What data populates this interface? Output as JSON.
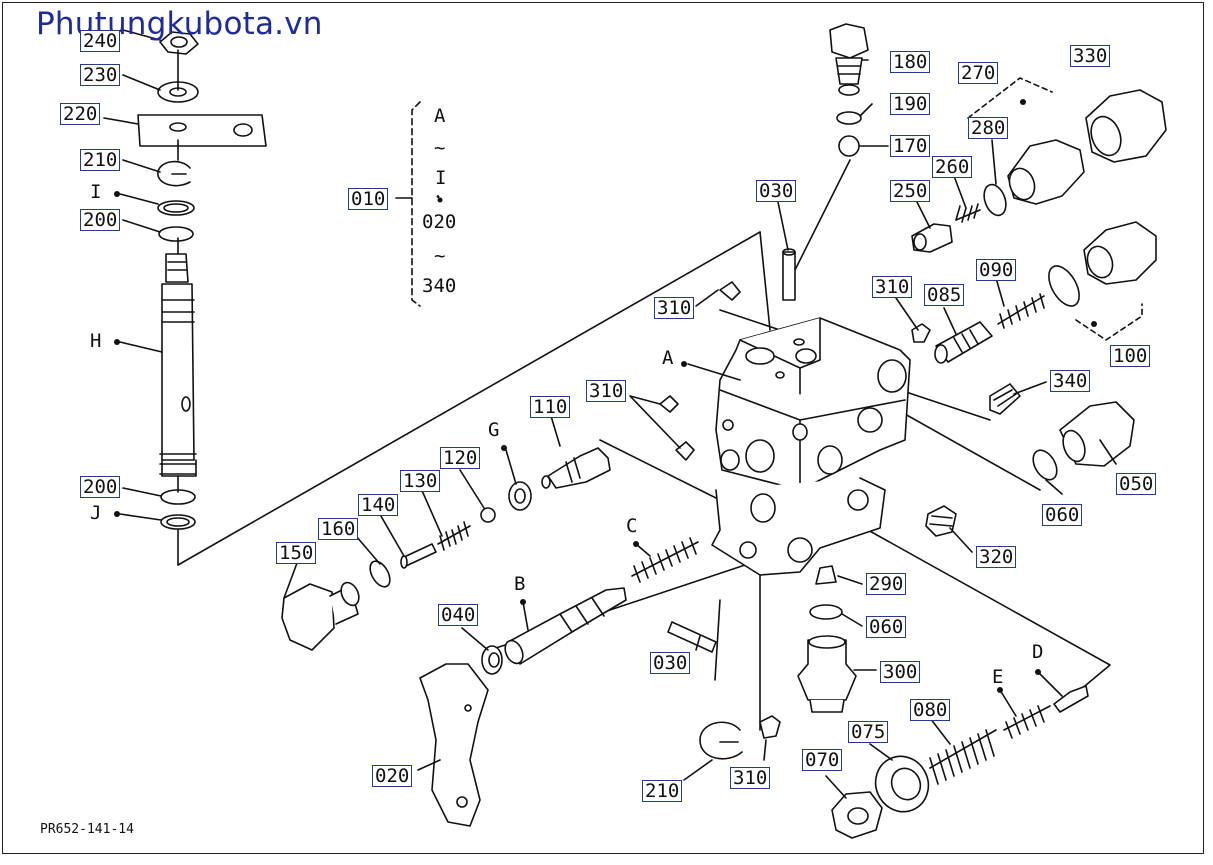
{
  "site": {
    "logo": "Phutungkubota.vn"
  },
  "drawing": {
    "ref_code": "PR652-141-14",
    "group": {
      "label": "010",
      "lines": [
        "A",
        "~",
        "I",
        "•",
        "020",
        "~",
        "340"
      ]
    },
    "callouts": [
      {
        "id": "c240",
        "text": "240",
        "boxed": true
      },
      {
        "id": "c230",
        "text": "230",
        "boxed": true
      },
      {
        "id": "c220",
        "text": "220",
        "boxed": true
      },
      {
        "id": "c210a",
        "text": "210",
        "boxed": true
      },
      {
        "id": "cI",
        "text": "I",
        "boxed": false
      },
      {
        "id": "c200a",
        "text": "200",
        "boxed": true
      },
      {
        "id": "cH",
        "text": "H",
        "boxed": false
      },
      {
        "id": "c200b",
        "text": "200",
        "boxed": true
      },
      {
        "id": "cJ",
        "text": "J",
        "boxed": false
      },
      {
        "id": "c150",
        "text": "150",
        "boxed": true
      },
      {
        "id": "c160",
        "text": "160",
        "boxed": true
      },
      {
        "id": "c140",
        "text": "140",
        "boxed": true
      },
      {
        "id": "c130",
        "text": "130",
        "boxed": true
      },
      {
        "id": "c120",
        "text": "120",
        "boxed": true
      },
      {
        "id": "cG",
        "text": "G",
        "boxed": false
      },
      {
        "id": "c110",
        "text": "110",
        "boxed": true
      },
      {
        "id": "c310a",
        "text": "310",
        "boxed": true
      },
      {
        "id": "c310b",
        "text": "310",
        "boxed": true
      },
      {
        "id": "cA",
        "text": "A",
        "boxed": false
      },
      {
        "id": "c030a",
        "text": "030",
        "boxed": true
      },
      {
        "id": "c180",
        "text": "180",
        "boxed": true
      },
      {
        "id": "c190",
        "text": "190",
        "boxed": true
      },
      {
        "id": "c170",
        "text": "170",
        "boxed": true
      },
      {
        "id": "c270",
        "text": "270",
        "boxed": true
      },
      {
        "id": "c280",
        "text": "280",
        "boxed": true
      },
      {
        "id": "c330",
        "text": "330",
        "boxed": true
      },
      {
        "id": "c260",
        "text": "260",
        "boxed": true
      },
      {
        "id": "c250",
        "text": "250",
        "boxed": true
      },
      {
        "id": "c310c",
        "text": "310",
        "boxed": true
      },
      {
        "id": "c085",
        "text": "085",
        "boxed": true
      },
      {
        "id": "c090",
        "text": "090",
        "boxed": true
      },
      {
        "id": "c100",
        "text": "100",
        "boxed": true
      },
      {
        "id": "c340",
        "text": "340",
        "boxed": true
      },
      {
        "id": "c050",
        "text": "050",
        "boxed": true
      },
      {
        "id": "c060a",
        "text": "060",
        "boxed": true
      },
      {
        "id": "c320",
        "text": "320",
        "boxed": true
      },
      {
        "id": "c290",
        "text": "290",
        "boxed": true
      },
      {
        "id": "c060b",
        "text": "060",
        "boxed": true
      },
      {
        "id": "c300",
        "text": "300",
        "boxed": true
      },
      {
        "id": "cC",
        "text": "C",
        "boxed": false
      },
      {
        "id": "cB",
        "text": "B",
        "boxed": false
      },
      {
        "id": "c040",
        "text": "040",
        "boxed": true
      },
      {
        "id": "c030b",
        "text": "030",
        "boxed": true
      },
      {
        "id": "c020",
        "text": "020",
        "boxed": true
      },
      {
        "id": "c210b",
        "text": "210",
        "boxed": true
      },
      {
        "id": "c310d",
        "text": "310",
        "boxed": true
      },
      {
        "id": "c070",
        "text": "070",
        "boxed": true
      },
      {
        "id": "c075",
        "text": "075",
        "boxed": true
      },
      {
        "id": "c080",
        "text": "080",
        "boxed": true
      },
      {
        "id": "cE",
        "text": "E",
        "boxed": false
      },
      {
        "id": "cD",
        "text": "D",
        "boxed": false
      }
    ]
  },
  "colors": {
    "ink": "#111111",
    "label_border": "#2a3a8a",
    "logo": "#1f2a9c"
  }
}
